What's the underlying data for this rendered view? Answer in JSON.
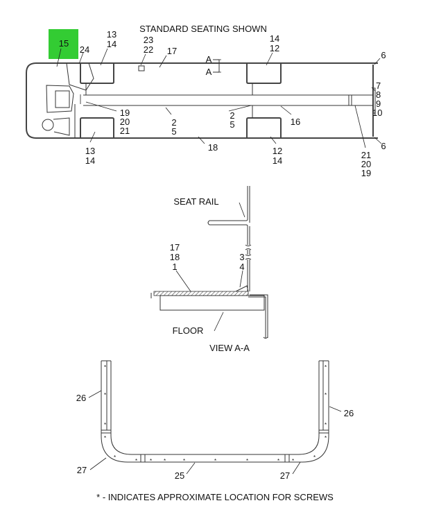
{
  "title": "STANDARD SEATING SHOWN",
  "highlight": {
    "callout": "15",
    "color": "#33cc33"
  },
  "top_view_callouts": {
    "c24": "24",
    "c13a": "13",
    "c14a": "14",
    "c23": "23",
    "c22": "22",
    "c17": "17",
    "secA1": "A",
    "secA2": "A",
    "c14b": "14",
    "c12b": "12",
    "c6a": "6",
    "c7": "7",
    "c8": "8",
    "c9": "9",
    "c10": "10",
    "c19a": "19",
    "c20a": "20",
    "c21a": "21",
    "c2a": "2",
    "c5a": "5",
    "c2b": "2",
    "c5b": "5",
    "c16": "16",
    "c18": "18",
    "c13c": "13",
    "c14c": "14",
    "c12d": "12",
    "c14d": "14",
    "c6b": "6",
    "c21b": "21",
    "c20b": "20",
    "c19b": "19"
  },
  "section_view": {
    "seat_rail": "SEAT RAIL",
    "c17": "17",
    "c18": "18",
    "c1": "1",
    "c3": "3",
    "c4": "4",
    "floor": "FLOOR",
    "view_label": "VIEW A-A"
  },
  "frame_view": {
    "c26a": "26",
    "c26b": "26",
    "c27a": "27",
    "c25": "25",
    "c27b": "27",
    "screw_marker": "*"
  },
  "note": "* - INDICATES APPROXIMATE LOCATION FOR SCREWS"
}
